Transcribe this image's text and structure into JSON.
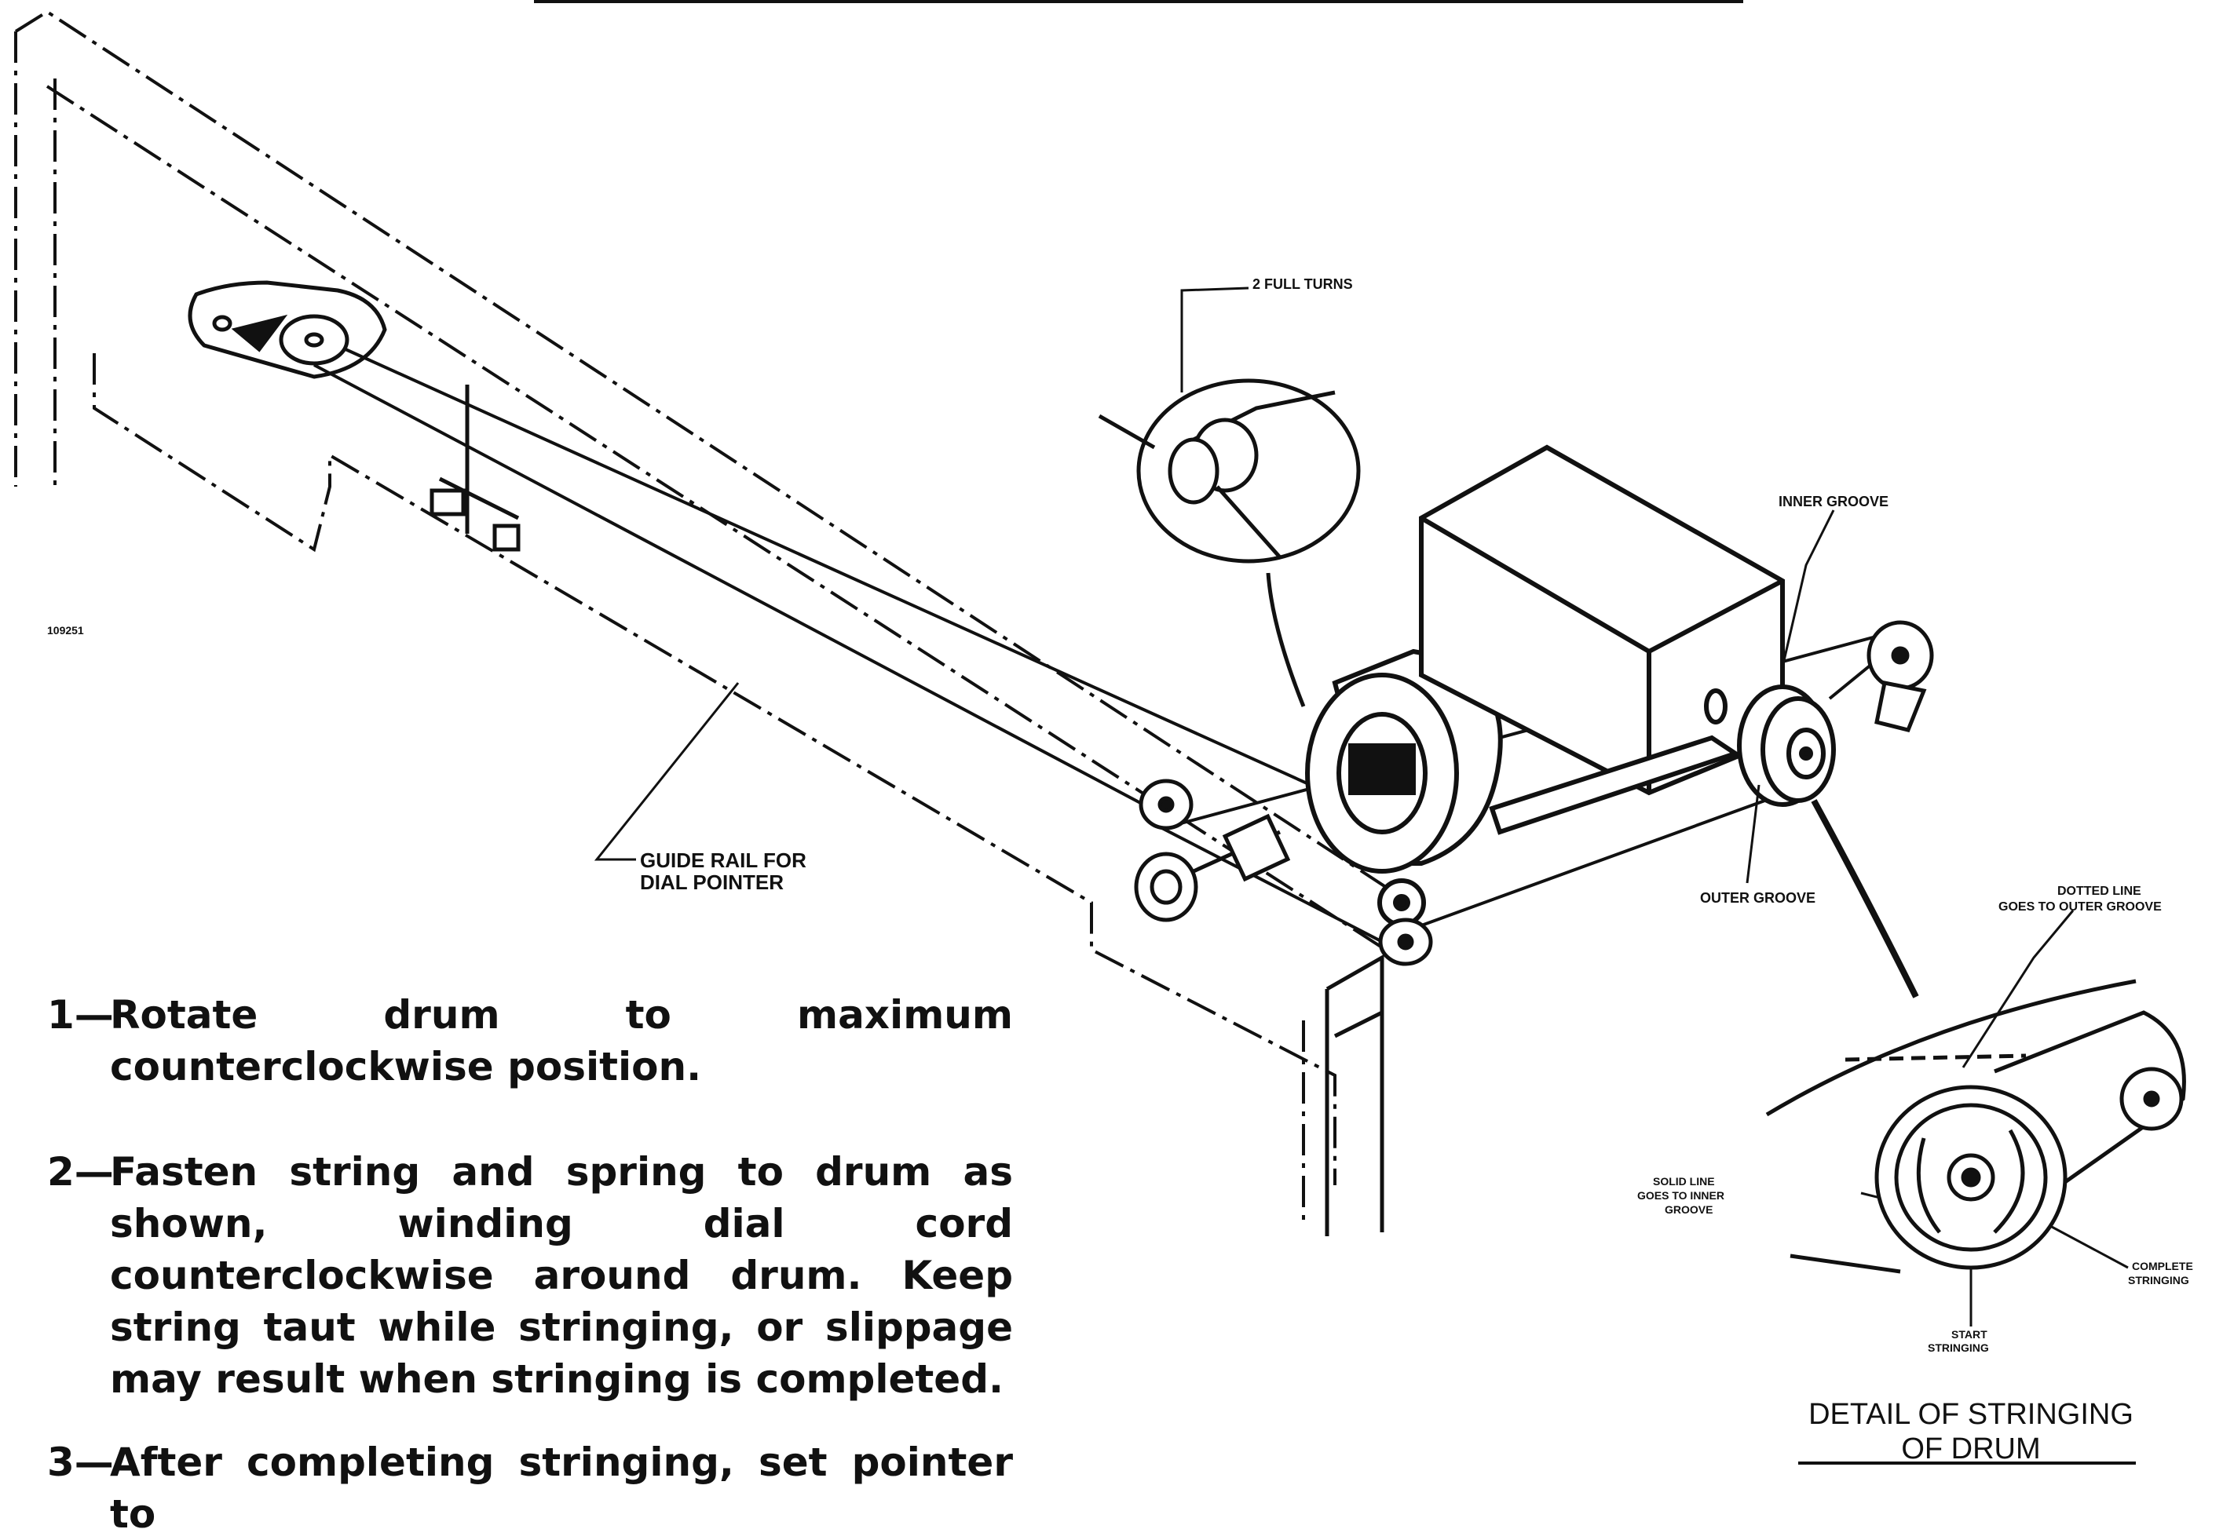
{
  "labels": {
    "full_turns": "2 FULL TURNS",
    "inner_groove": "INNER GROOVE",
    "outer_groove": "OUTER GROOVE",
    "guide_rail_line1": "GUIDE RAIL FOR",
    "guide_rail_line2": "DIAL POINTER",
    "dotted_line_line1": "DOTTED LINE",
    "dotted_line_line2": "GOES TO OUTER GROOVE",
    "solid_line_line1": "SOLID LINE",
    "solid_line_line2": "GOES TO INNER",
    "solid_line_line3": "GROOVE",
    "complete_line1": "COMPLETE",
    "complete_line2": "STRINGING",
    "start_line1": "START",
    "start_line2": "STRINGING",
    "figure_code": "109251"
  },
  "caption": {
    "line1": "DETAIL OF STRINGING",
    "line2": "OF DRUM"
  },
  "steps": [
    {
      "num": "1—",
      "text": "Rotate drum to maximum counterclockwise position."
    },
    {
      "num": "2—",
      "text": "Fasten string and spring to drum as shown, winding dial cord counterclockwise around drum. Keep string taut while stringing, or slippage may result when stringing is completed."
    },
    {
      "num": "3—",
      "text": "After completing stringing, set pointer to"
    }
  ],
  "colors": {
    "ink": "#111111",
    "paper": "#ffffff"
  }
}
